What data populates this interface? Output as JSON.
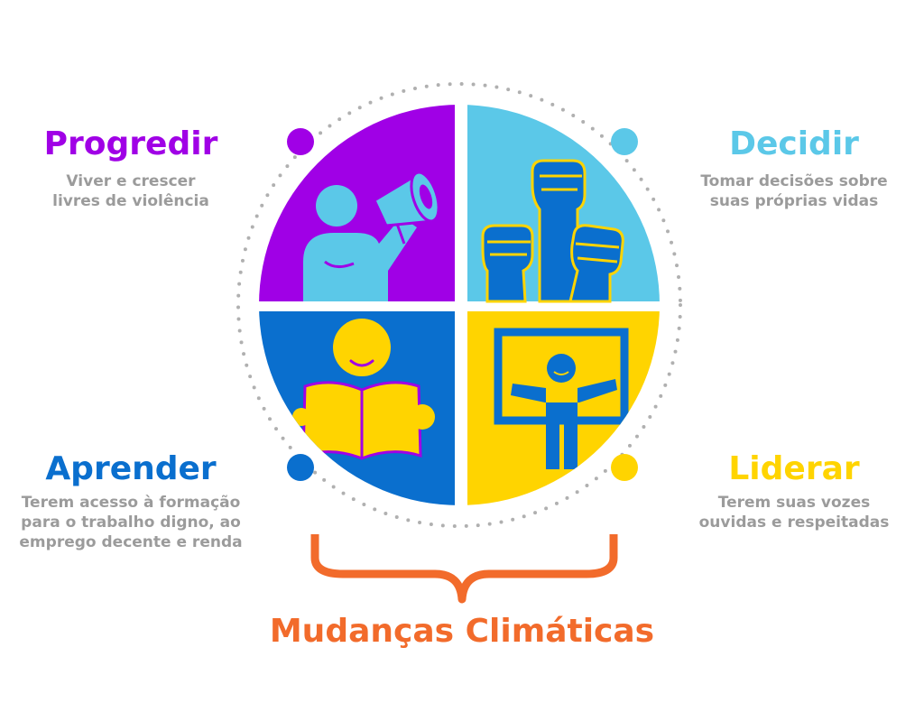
{
  "quadrants": {
    "progredir": {
      "title": "Progredir",
      "desc_line1": "Viver e crescer",
      "desc_line2": "livres de violência"
    },
    "decidir": {
      "title": "Decidir",
      "desc_line1": "Tomar decisões sobre",
      "desc_line2": "suas próprias vidas"
    },
    "aprender": {
      "title": "Aprender",
      "desc_line1": "Terem acesso à formação",
      "desc_line2": "para o trabalho digno, ao",
      "desc_line3": "emprego decente e renda"
    },
    "liderar": {
      "title": "Liderar",
      "desc_line1": "Terem suas vozes",
      "desc_line2": "ouvidas e respeitadas"
    }
  },
  "footer": {
    "title": "Mudanças Climáticas"
  },
  "icons": {
    "progredir": "megaphone-person-icon",
    "decidir": "raised-fists-icon",
    "aprender": "reading-person-icon",
    "liderar": "person-at-board-icon"
  },
  "colors": {
    "purple": "#a000e6",
    "light_blue": "#5bc8e8",
    "dark_blue": "#0a6fce",
    "yellow": "#ffd400",
    "orange": "#f26b2b",
    "gray_text": "#9b9b9b",
    "dots": "#b0b0b0"
  }
}
